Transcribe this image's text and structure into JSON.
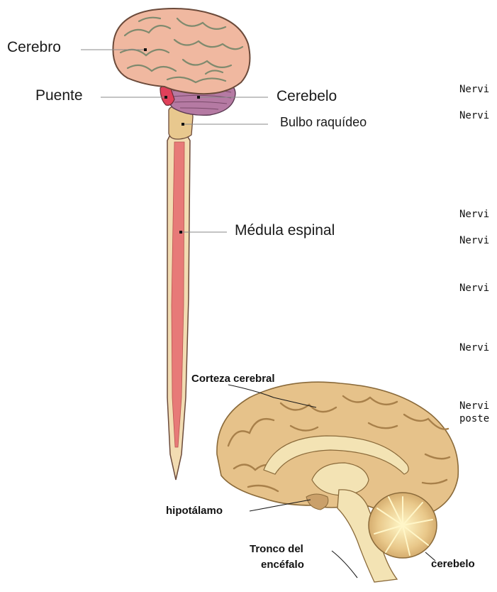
{
  "labels": {
    "cerebro": "Cerebro",
    "puente": "Puente",
    "cerebelo": "Cerebelo",
    "bulbo": "Bulbo raquídeo",
    "medula": "Médula espinal",
    "corteza": "Corteza cerebral",
    "hipotalamo": "hipotálamo",
    "tronco_1": "Tronco del",
    "tronco_2": "encéfalo",
    "cerebelo_small": "cerebelo"
  },
  "cropped_labels": {
    "n1": "Nervi",
    "n2": "Nervi",
    "n3": "Nervi",
    "n4": "Nervi",
    "n5": "Nervi",
    "n6": "Nervi",
    "n7a": "Nervi",
    "n7b": "poste"
  },
  "colors": {
    "cerebrum_fill": "#f0b8a0",
    "cerebrum_stroke": "#6b4a3a",
    "cerebellum_fill": "#b57aa3",
    "pons": "#e0405a",
    "medulla": "#e8c88e",
    "cord_core": "#e77a78",
    "cord_sheath": "#f2dcb2",
    "sagittal_cortex": "#e6c28a",
    "sagittal_inner": "#f3e3b4",
    "leader_line": "#888888"
  }
}
